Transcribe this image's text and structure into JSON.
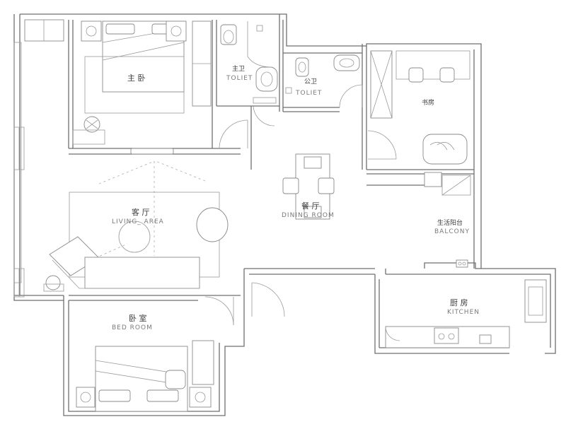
{
  "rooms": {
    "master_bedroom": {
      "cn": "主 卧"
    },
    "master_bath": {
      "cn": "主卫",
      "en": "TOLIET"
    },
    "public_bath": {
      "cn": "公卫",
      "en": "TOLIET"
    },
    "study": {
      "cn": "书房"
    },
    "dining": {
      "cn": "餐 厅",
      "en": "DINING ROOM"
    },
    "living": {
      "cn": "客 厅",
      "en": "LIVING_ AREA"
    },
    "balcony": {
      "cn": "生活阳台",
      "en": "BALCONY"
    },
    "kitchen": {
      "cn": "厨 房",
      "en": "KITCHEN"
    },
    "bedroom": {
      "cn": "卧 室",
      "en": "BED   ROOM"
    }
  },
  "colors": {
    "wall": "#6f6f6f",
    "furniture": "#8a8a8a",
    "text": "#3a3a3a",
    "text_en": "#7a7a7a"
  }
}
